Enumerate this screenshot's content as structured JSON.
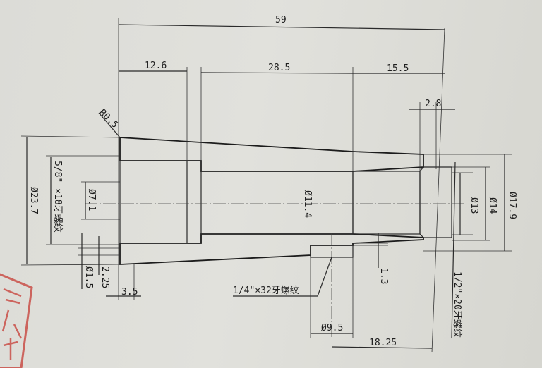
{
  "drawing": {
    "dimensions": {
      "overall_length": "59",
      "len_left": "12.6",
      "len_middle": "28.5",
      "len_right": "15.5",
      "len_end": "2.8",
      "radius": "R0.5",
      "dia_outer": "Ø23.7",
      "thread_left": "5/8\" ×18牙螺纹",
      "dia_left_inner": "Ø7.1",
      "dia_bore": "Ø11.4",
      "dia_small_hole": "Ø1.5",
      "offset_small_hole": "2.25",
      "len_small": "3.5",
      "thread_side": "1/4\"×32牙螺纹",
      "dia_side": "Ø9.5",
      "len_side_pos": "18.25",
      "depth_side": "1.3",
      "thread_right": "1/2\"×20牙螺纹",
      "dia_13": "Ø13",
      "dia_14": "Ø14",
      "dia_17_9": "Ø17.9"
    },
    "stamp_color": "#c8463f"
  }
}
